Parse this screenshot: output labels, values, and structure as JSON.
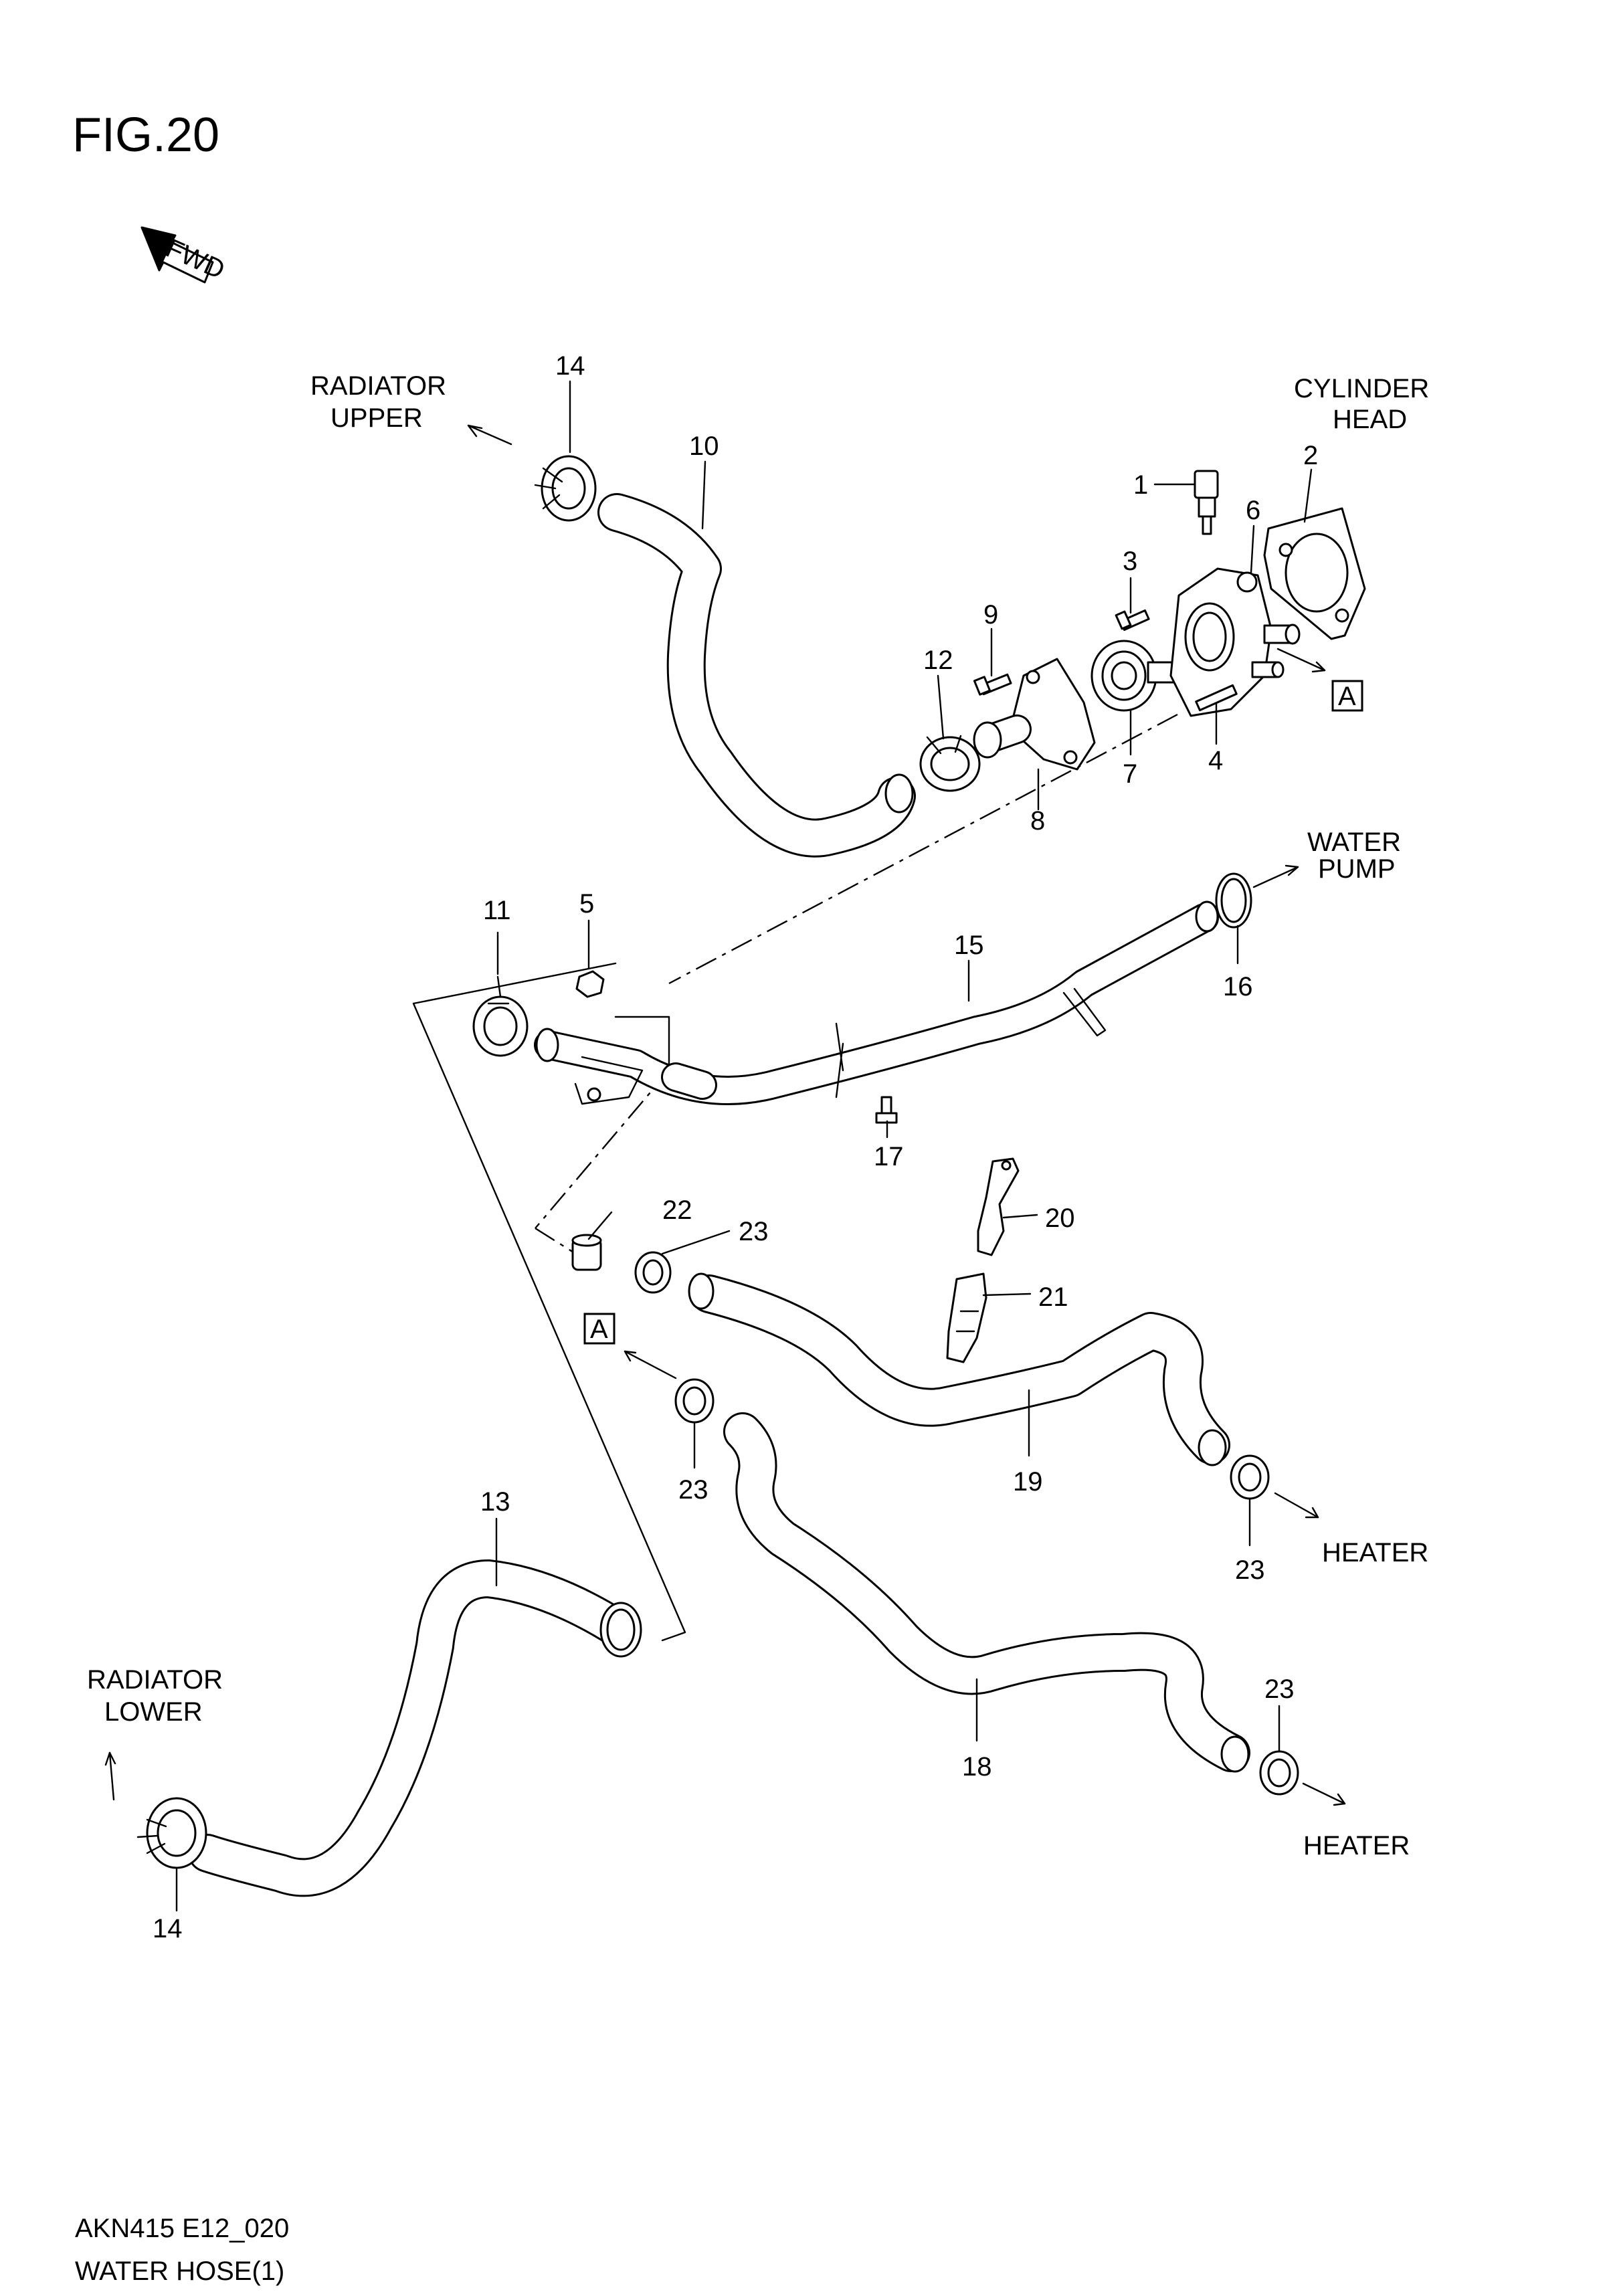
{
  "figure": {
    "title": "FIG.20",
    "fwd_label": "FWD",
    "box_letter": "A"
  },
  "labels": {
    "radiator_upper_1": "RADIATOR",
    "radiator_upper_2": "UPPER",
    "cylinder_head_1": "CYLINDER",
    "cylinder_head_2": "HEAD",
    "water_pump_1": "WATER",
    "water_pump_2": "PUMP",
    "heater_1": "HEATER",
    "heater_2": "HEATER",
    "radiator_lower_1": "RADIATOR",
    "radiator_lower_2": "LOWER"
  },
  "callouts": {
    "n1": "1",
    "n2": "2",
    "n3": "3",
    "n4": "4",
    "n5": "5",
    "n6": "6",
    "n7": "7",
    "n8": "8",
    "n9": "9",
    "n10": "10",
    "n11": "11",
    "n12": "12",
    "n13": "13",
    "n14a": "14",
    "n14b": "14",
    "n15": "15",
    "n16": "16",
    "n17": "17",
    "n18": "18",
    "n19": "19",
    "n20": "20",
    "n21": "21",
    "n22": "22",
    "n23a": "23",
    "n23b": "23",
    "n23c": "23",
    "n23d": "23"
  },
  "footer": {
    "code": "AKN415 E12_020",
    "name": "WATER HOSE(1)"
  }
}
